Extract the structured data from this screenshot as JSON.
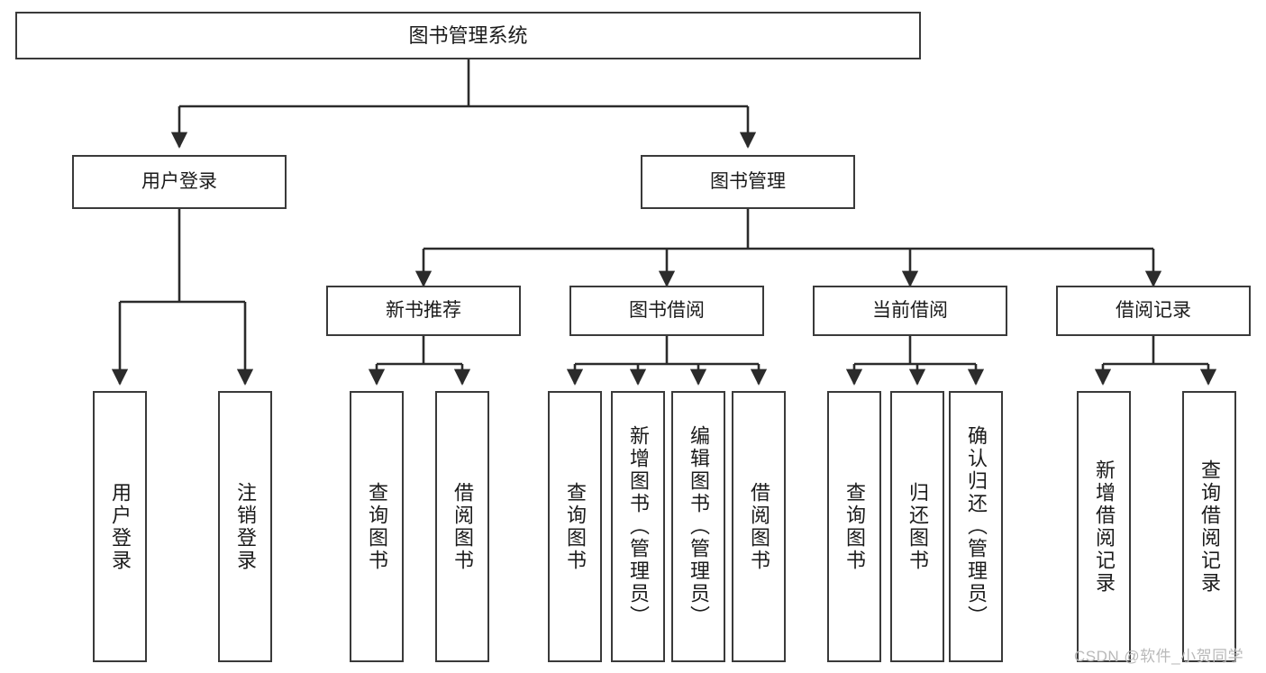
{
  "diagram": {
    "type": "tree-hierarchy-chart",
    "title": "图书管理系统",
    "theme": {
      "background": "#ffffff",
      "box_border": "#3a3a3a",
      "box_fill": "#ffffff",
      "connector": "#2b2b2b",
      "text": "#1b1b1b",
      "watermark": "#b9b9b9"
    },
    "root": {
      "label": "图书管理系统"
    },
    "level2": [
      {
        "label": "用户登录"
      },
      {
        "label": "图书管理"
      }
    ],
    "level3": [
      {
        "label": "新书推荐"
      },
      {
        "label": "图书借阅"
      },
      {
        "label": "当前借阅"
      },
      {
        "label": "借阅记录"
      }
    ],
    "leaves": {
      "user_login": [
        {
          "label": "用户登录"
        },
        {
          "label": "注销登录"
        }
      ],
      "new_book_recommend": [
        {
          "label": "查询图书"
        },
        {
          "label": "借阅图书"
        }
      ],
      "book_borrow": [
        {
          "label": "查询图书"
        },
        {
          "label": "新增图书（管理员）"
        },
        {
          "label": "编辑图书（管理员）"
        },
        {
          "label": "借阅图书"
        }
      ],
      "current_borrow": [
        {
          "label": "查询图书"
        },
        {
          "label": "归还图书"
        },
        {
          "label": "确认归还（管理员）"
        }
      ],
      "borrow_record": [
        {
          "label": "新增借阅记录"
        },
        {
          "label": "查询借阅记录"
        }
      ]
    },
    "watermark": "CSDN @软件_小贺同学"
  }
}
